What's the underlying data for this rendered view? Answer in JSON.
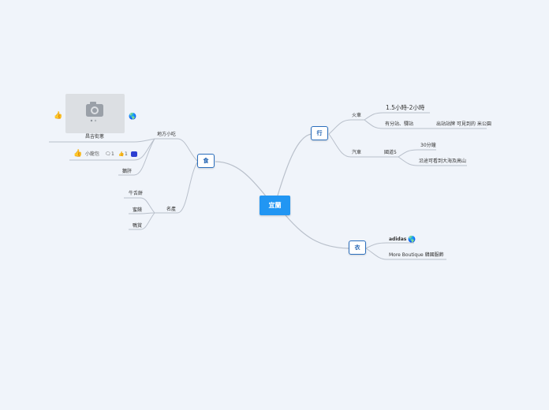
{
  "center": {
    "label": "宜蘭"
  },
  "branches": {
    "food": {
      "label": "食",
      "local_snacks": {
        "label": "地方小吃",
        "photo_caption": "昌吉街蔥",
        "comment_author": "小龍包",
        "comment_count": "1",
        "like_count": "1",
        "item_3": "鵝肝"
      },
      "specialties": {
        "label": "名產",
        "items": [
          "牛舌餅",
          "蜜餞",
          "鴨賞"
        ]
      }
    },
    "travel": {
      "label": "行",
      "train": {
        "label": "火車",
        "duration": "1.5小時-2小時",
        "stations_label": "有分站、驛站",
        "stations_note": "出站站牌 可見到的 米公園"
      },
      "car": {
        "label": "汽車",
        "highway": "國道5",
        "time": "30分鐘",
        "view": "沿途可看到大海及高山"
      }
    },
    "clothing": {
      "label": "衣",
      "items": [
        "adidas",
        "More Boutique 韓國服飾"
      ]
    }
  },
  "icons": {
    "globe": "🌎",
    "thumb": "👍",
    "comment": "🗨",
    "like": "👍"
  },
  "colors": {
    "center": "#2196f3",
    "branch_border": "#2a6ebd",
    "line": "#b5bcc8"
  }
}
